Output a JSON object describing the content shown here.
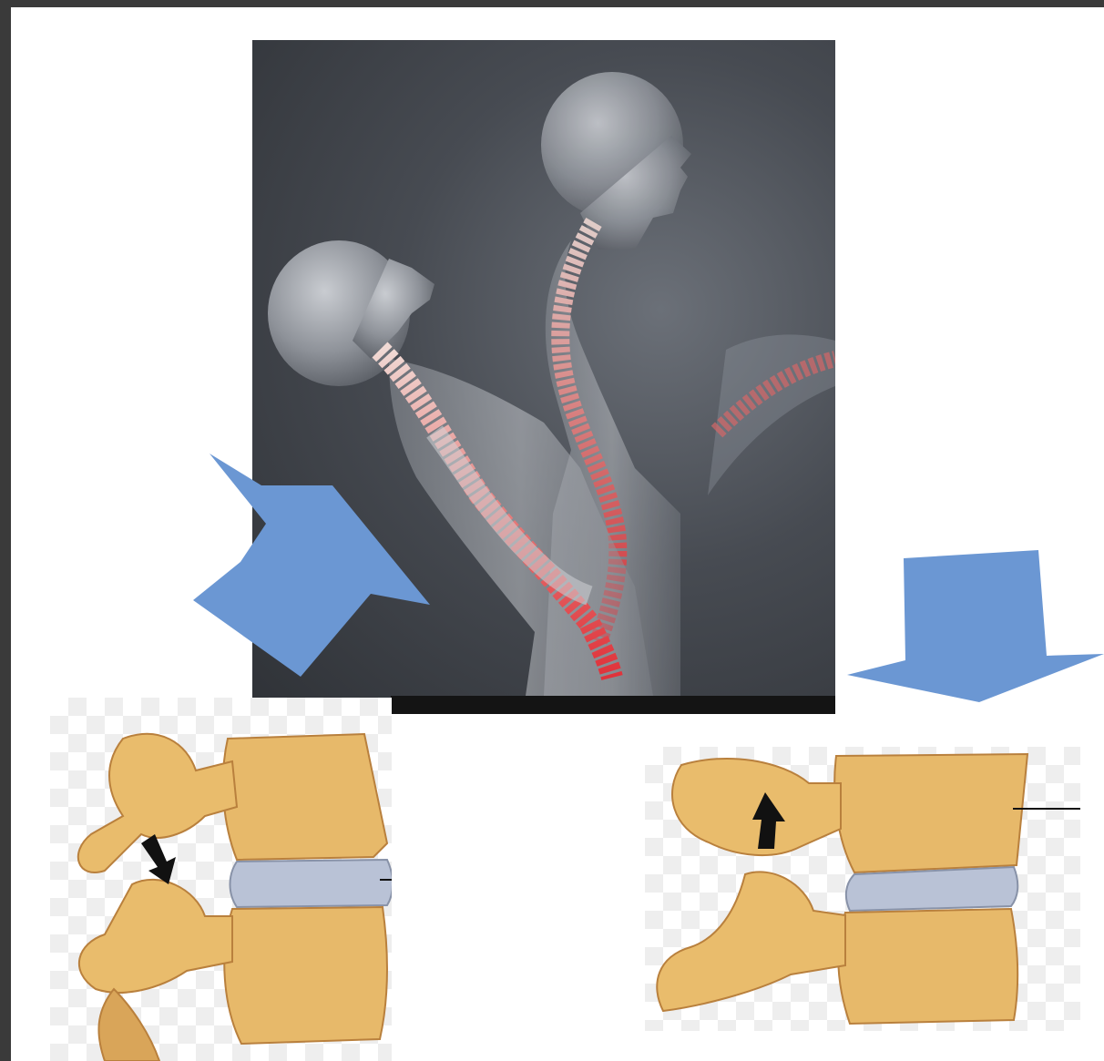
{
  "slide": {
    "background_color": "#ffffff",
    "frame_color": "#3a3a3a"
  },
  "photo": {
    "subject": "spine-flexion-extension-illustration",
    "background_color": "#474b52",
    "highlight_color": "#e0323a"
  },
  "arrows": {
    "color": "#6b97d3",
    "left_direction": "up-right",
    "right_direction": "down"
  },
  "vertebrae": {
    "bone_color": "#e7b96a",
    "disc_color": "#b9c2d6",
    "left_arrow_direction": "down",
    "right_arrow_direction": "up"
  }
}
